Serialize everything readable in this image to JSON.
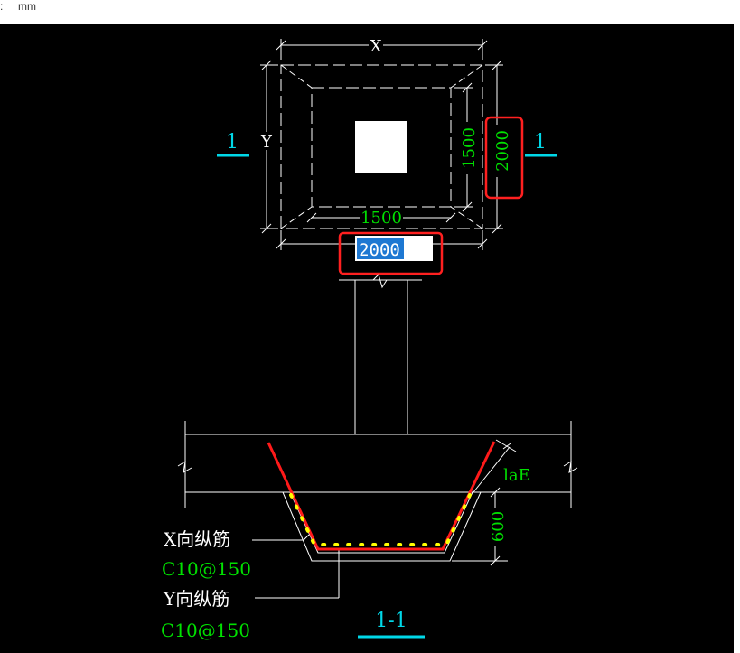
{
  "top_bar": {
    "prefix": ":",
    "unit": "mm"
  },
  "plan": {
    "x_label": "X",
    "y_label": "Y",
    "inner_width": "1500",
    "inner_height": "1500",
    "outer_height": "2000",
    "outer_width_input": "2000",
    "section_mark_left": "1",
    "section_mark_right": "1"
  },
  "section": {
    "lae_label": "laE",
    "depth_label": "600",
    "x_rebar_label": "X向纵筋",
    "x_rebar_spec": "C10@150",
    "y_rebar_label": "Y向纵筋",
    "y_rebar_spec": "C10@150",
    "title": "1-1"
  },
  "colors": {
    "canvas": "#000000",
    "line": "#ffffff",
    "dimension_text": "#00e000",
    "section_mark": "#00d8e8",
    "highlight": "#ff2020",
    "rebar_main": "#ff1a1a",
    "rebar_dots": "#ffff00",
    "selection": "#1e78d2"
  }
}
